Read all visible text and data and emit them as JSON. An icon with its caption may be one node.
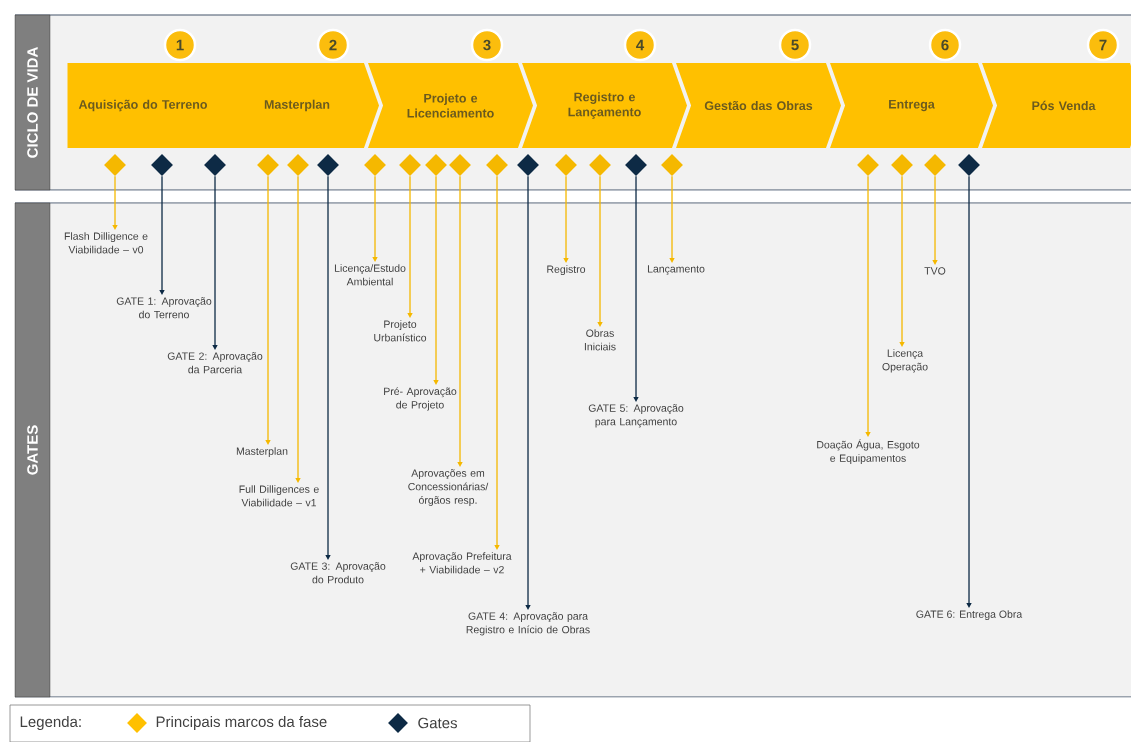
{
  "diagram": {
    "nodes": [
      {
        "text": [
          "CICLO DE VIDA"
        ]
      },
      {
        "text": [
          "1"
        ]
      },
      {
        "text": [
          "2"
        ]
      },
      {
        "text": [
          "3"
        ]
      },
      {
        "text": [
          "4"
        ]
      },
      {
        "text": [
          "5"
        ]
      },
      {
        "text": [
          "6"
        ]
      },
      {
        "text": [
          "7"
        ]
      },
      {
        "text": [
          "Aquisição do Terreno"
        ]
      },
      {
        "text": [
          "Masterplan"
        ]
      },
      {
        "text": [
          "Projeto e Licenciamento"
        ]
      },
      {
        "text": [
          "Registro e Lançamento"
        ]
      },
      {
        "text": [
          "Gestão das Obras"
        ]
      },
      {
        "text": [
          "Entrega"
        ]
      },
      {
        "text": [
          "Pós Venda"
        ]
      },
      {
        "text": [],
        "shape": "diamond"
      },
      {
        "text": [],
        "shape": "diamond"
      },
      {
        "text": [],
        "shape": "diamond"
      },
      {
        "text": [],
        "shape": "diamond"
      },
      {
        "text": [],
        "shape": "diamond"
      },
      {
        "text": [],
        "shape": "diamond"
      },
      {
        "text": [],
        "shape": "diamond"
      },
      {
        "text": [],
        "shape": "diamond"
      },
      {
        "text": [],
        "shape": "diamond"
      },
      {
        "text": [],
        "shape": "diamond"
      },
      {
        "text": [],
        "shape": "diamond"
      },
      {
        "text": [],
        "shape": "diamond"
      },
      {
        "text": [],
        "shape": "diamond"
      },
      {
        "text": [],
        "shape": "diamond"
      },
      {
        "text": [],
        "shape": "diamond"
      },
      {
        "text": [],
        "shape": "diamond"
      },
      {
        "text": [],
        "shape": "diamond"
      },
      {
        "text": [],
        "shape": "diamond"
      },
      {
        "text": [],
        "shape": "diamond"
      },
      {
        "text": [],
        "shape": "diamond"
      },
      {
        "text": [
          "GATES"
        ]
      },
      {
        "text": [
          "Flash Dilligence e Viabilidade – v0"
        ]
      },
      {
        "text": [
          "GATE 1: Aprovação do Terreno"
        ]
      },
      {
        "text": [
          "GATE 2: Aprovação da Parceria"
        ]
      },
      {
        "text": [
          "Masterplan"
        ]
      },
      {
        "text": [
          "Full Dilligences e Viabilidade – v1"
        ]
      },
      {
        "text": [
          "GATE 3: Aprovação do Produto"
        ]
      },
      {
        "text": [
          "Licença/Estudo Ambiental"
        ]
      },
      {
        "text": [
          "Projeto Urbanístico"
        ]
      },
      {
        "text": [
          "Pré- Aprovação de Projeto"
        ]
      },
      {
        "text": [
          "Aprovações em Concessionárias/ órgãos resp."
        ]
      },
      {
        "text": [
          "Aprovação Prefeitura + Viabilidade – v2"
        ]
      },
      {
        "text": [
          "GATE 4: Aprovação para Registro e Início de Obras"
        ]
      },
      {
        "text": [
          "Registro"
        ]
      },
      {
        "text": [
          "Obras Iniciais"
        ]
      },
      {
        "text": [
          "GATE 5: Aprovação para Lançamento"
        ]
      },
      {
        "text": [
          "Lançamento"
        ]
      },
      {
        "text": [
          "Doação Água, Esgoto e Equipamentos"
        ]
      },
      {
        "text": [
          "Licença Operação"
        ]
      },
      {
        "text": [
          "TVO"
        ]
      },
      {
        "text": [
          "GATE 6: Entrega Obra"
        ]
      }
    ],
    "edges": [
      {
        "from": 15,
        "to": 36,
        "arrow": "to"
      },
      {
        "from": 16,
        "to": 37,
        "arrow": "to",
        "color": "#0d2a45"
      },
      {
        "from": 17,
        "to": 38,
        "arrow": "to",
        "color": "#0d2a45"
      },
      {
        "from": 18,
        "to": 39,
        "arrow": "to"
      },
      {
        "from": 19,
        "to": 40,
        "arrow": "to"
      },
      {
        "from": 20,
        "to": 41,
        "arrow": "to",
        "color": "#0d2a45"
      },
      {
        "from": 21,
        "to": 42,
        "arrow": "to"
      },
      {
        "from": 22,
        "to": 43,
        "arrow": "to"
      },
      {
        "from": 23,
        "to": 44,
        "arrow": "to"
      },
      {
        "from": 24,
        "to": 45,
        "arrow": "to"
      },
      {
        "from": 25,
        "to": 46,
        "arrow": "to"
      },
      {
        "from": 26,
        "to": 47,
        "arrow": "to",
        "color": "#0d2a45"
      },
      {
        "from": 27,
        "to": 48,
        "arrow": "to"
      },
      {
        "from": 28,
        "to": 49,
        "arrow": "to"
      },
      {
        "from": 29,
        "to": 50,
        "arrow": "to",
        "color": "#0d2a45"
      },
      {
        "from": 30,
        "to": 51,
        "arrow": "to"
      },
      {
        "from": 31,
        "to": 52,
        "arrow": "to"
      },
      {
        "from": 32,
        "to": 53,
        "arrow": "to"
      },
      {
        "from": 33,
        "to": 54,
        "arrow": "to"
      },
      {
        "from": 34,
        "to": 55,
        "arrow": "to",
        "color": "#0d2a45"
      }
    ],
    "labels": [
      "Legenda:"
    ],
    "legend": [
      {
        "text": "Principais marcos da fase",
        "color": "#ffc000"
      },
      {
        "text": "Gates",
        "color": "#0d2a45"
      }
    ]
  }
}
